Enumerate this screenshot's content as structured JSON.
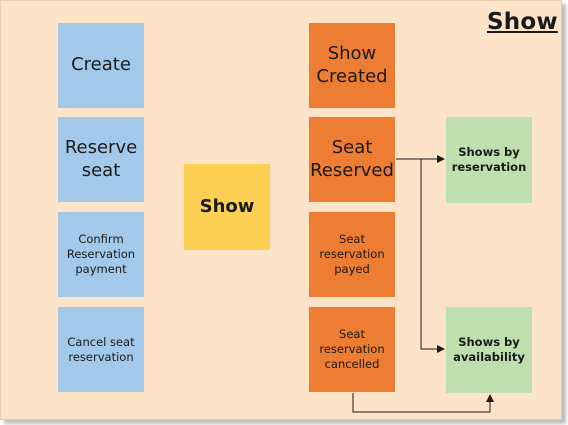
{
  "title": "Show",
  "commands": {
    "create": "Create",
    "reserve_seat": "Reserve seat",
    "confirm_payment": "Confirm Reservation payment",
    "cancel_reservation": "Cancel seat reservation"
  },
  "aggregate": {
    "label": "Show"
  },
  "events": {
    "show_created": "Show Created",
    "seat_reserved": "Seat Reserved",
    "reservation_payed": "Seat reservation payed",
    "reservation_cancelled": "Seat reservation cancelled"
  },
  "read_models": {
    "by_reservation": "Shows by reservation",
    "by_availability": "Shows by availability"
  },
  "colors": {
    "command": "#a3c9ea",
    "aggregate": "#fcd053",
    "event": "#ee7d34",
    "read_model": "#bfdfae",
    "background": "#fde3c8"
  }
}
